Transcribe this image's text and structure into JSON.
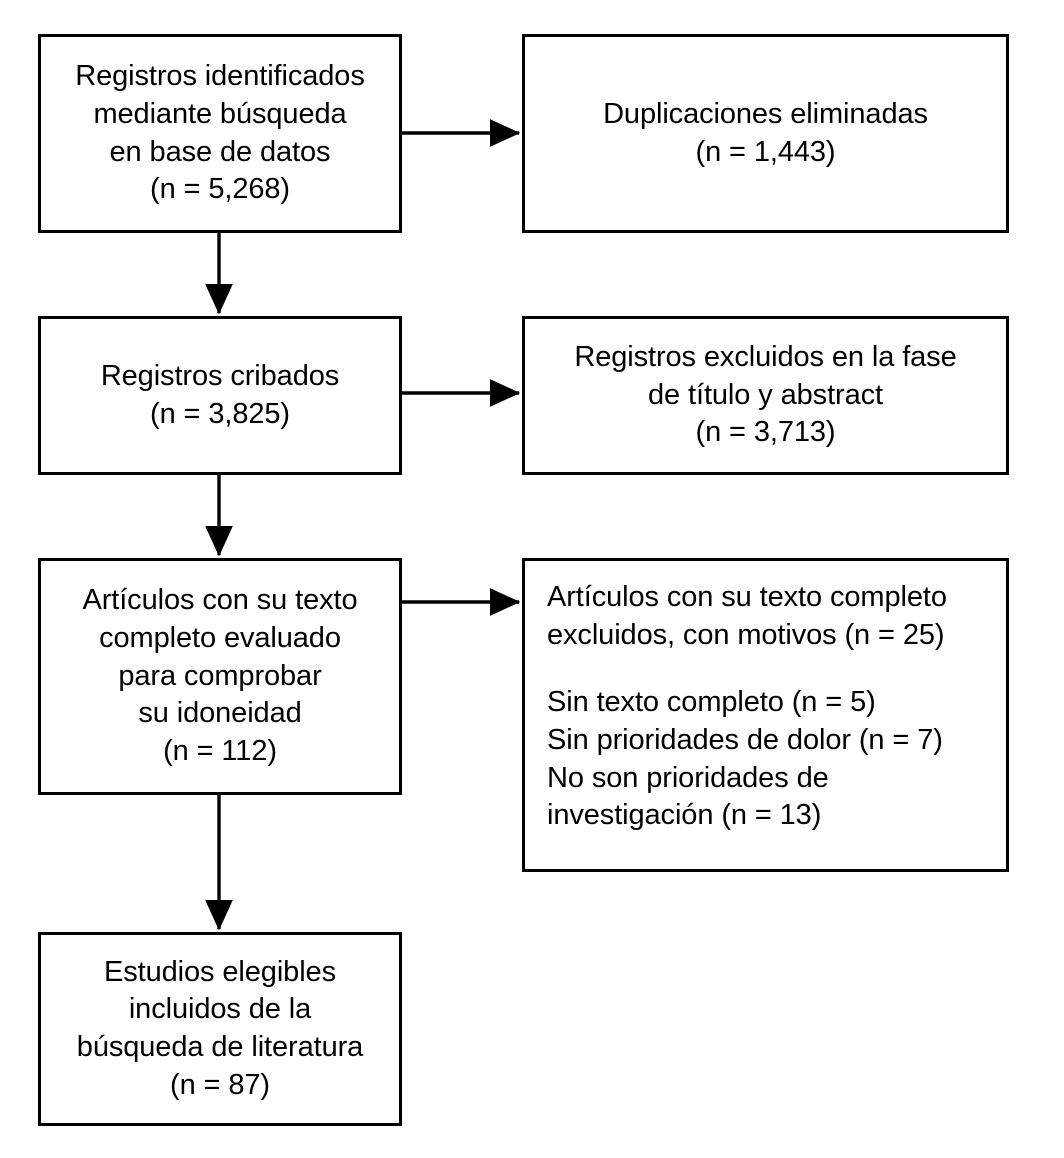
{
  "diagram": {
    "type": "prisma-flow-diagram",
    "language": "es",
    "colors": {
      "background": "#ffffff",
      "border": "#000000",
      "text": "#000000",
      "arrow": "#000000"
    },
    "nodes": {
      "identified": {
        "id": "records-identified",
        "align": "center",
        "lines": [
          "Registros identificados",
          "mediante búsqueda",
          "en base de datos",
          "(n = 5,268)"
        ],
        "count": "5,268"
      },
      "duplicates": {
        "id": "duplicates-removed",
        "align": "center",
        "lines": [
          "Duplicaciones eliminadas",
          "(n = 1,443)"
        ],
        "count": "1,443"
      },
      "screened": {
        "id": "records-screened",
        "align": "center",
        "lines": [
          "Registros cribados",
          "(n = 3,825)"
        ],
        "count": "3,825"
      },
      "excluded_title_abstract": {
        "id": "records-excluded-title-abstract",
        "align": "center",
        "lines": [
          "Registros excluidos en la fase",
          "de título y abstract",
          "(n = 3,713)"
        ],
        "count": "3,713"
      },
      "fulltext_assessed": {
        "id": "fulltext-assessed-eligibility",
        "align": "center",
        "lines": [
          "Artículos con su texto",
          "completo evaluado",
          "para comprobar",
          "su idoneidad",
          "(n = 112)"
        ],
        "count": "112"
      },
      "excluded_reasons": {
        "id": "fulltext-excluded-with-reasons",
        "align": "left",
        "lines": [
          "Artículos con su texto completo",
          "excluidos, con motivos (n = 25)",
          "",
          "Sin texto completo (n = 5)",
          "Sin prioridades de dolor (n = 7)",
          "No son prioridades de",
          "investigación (n = 13)"
        ],
        "count": "25",
        "reasons": [
          {
            "label": "Sin texto completo",
            "count": "5"
          },
          {
            "label": "Sin prioridades de dolor",
            "count": "7"
          },
          {
            "label": "No son prioridades de investigación",
            "count": "13"
          }
        ]
      },
      "included": {
        "id": "eligible-studies-included",
        "align": "center",
        "lines": [
          "Estudios elegibles",
          "incluidos de la",
          "búsqueda de literatura",
          "(n = 87)"
        ],
        "count": "87"
      }
    },
    "connectors": [
      {
        "name": "identified-to-duplicates",
        "direction": "right"
      },
      {
        "name": "identified-to-screened",
        "direction": "down"
      },
      {
        "name": "screened-to-excluded-title-abstract",
        "direction": "right"
      },
      {
        "name": "screened-to-fulltext",
        "direction": "down"
      },
      {
        "name": "fulltext-to-excluded-reasons",
        "direction": "right"
      },
      {
        "name": "fulltext-to-included",
        "direction": "down"
      }
    ]
  }
}
